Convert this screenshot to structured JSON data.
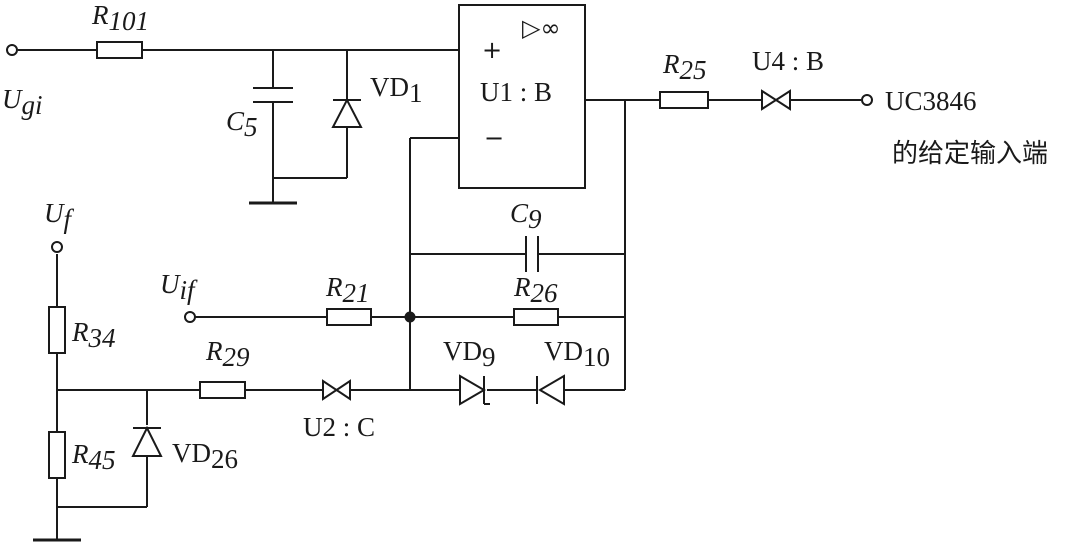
{
  "inputs": {
    "ugi": {
      "sym": "U",
      "sub": "gi"
    },
    "uf": {
      "sym": "U",
      "sub": "f"
    },
    "uif": {
      "sym": "U",
      "sub": "if"
    }
  },
  "resistors": {
    "r101": {
      "sym": "R",
      "sub": "101"
    },
    "r25": {
      "sym": "R",
      "sub": "25"
    },
    "r21": {
      "sym": "R",
      "sub": "21"
    },
    "r26": {
      "sym": "R",
      "sub": "26"
    },
    "r29": {
      "sym": "R",
      "sub": "29"
    },
    "r34": {
      "sym": "R",
      "sub": "34"
    },
    "r45": {
      "sym": "R",
      "sub": "45"
    }
  },
  "capacitors": {
    "c5": {
      "sym": "C",
      "sub": "5"
    },
    "c9": {
      "sym": "C",
      "sub": "9"
    }
  },
  "diodes": {
    "vd1": {
      "sym": "VD",
      "sub": "1"
    },
    "vd9": {
      "sym": "VD",
      "sub": "9"
    },
    "vd10": {
      "sym": "VD",
      "sub": "10"
    },
    "vd26": {
      "sym": "VD",
      "sub": "26"
    }
  },
  "opamp": {
    "label": "U1 : B",
    "plus": "+",
    "minus": "−",
    "symbol": "▷∞"
  },
  "switches": {
    "u4b": "U4 : B",
    "u2c": "U2 : C"
  },
  "output": {
    "target": "UC3846",
    "note": "的给定输入端"
  }
}
